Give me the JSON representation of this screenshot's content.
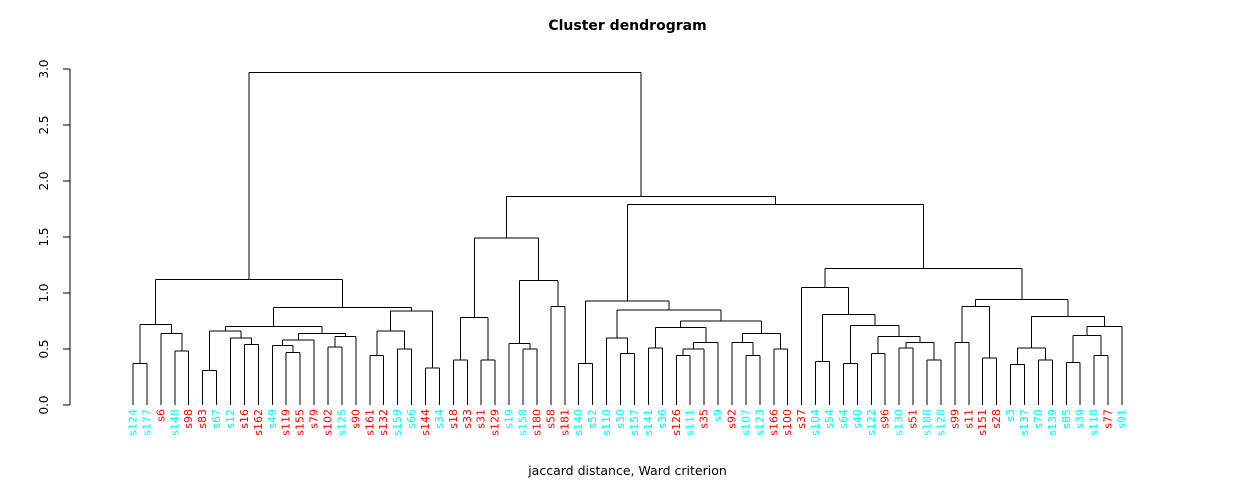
{
  "chart_data": {
    "type": "dendrogram",
    "title": "Cluster dendrogram",
    "xlabel": "jaccard distance, Ward criterion",
    "ylabel": "",
    "ylim": [
      0,
      3
    ],
    "ytick_step": 0.5,
    "yticks": [
      "0.0",
      "0.5",
      "1.0",
      "1.5",
      "2.0",
      "2.5",
      "3.0"
    ],
    "grid": "off",
    "legend": "none",
    "label_colors": {
      "cyan": "#00FFFF",
      "red": "#FF0000"
    },
    "line_color": "#000000",
    "leaves": [
      [
        "s124",
        "cyan"
      ],
      [
        "s177",
        "cyan"
      ],
      [
        "s6",
        "red"
      ],
      [
        "s148",
        "cyan"
      ],
      [
        "s98",
        "red"
      ],
      [
        "s83",
        "red"
      ],
      [
        "s67",
        "cyan"
      ],
      [
        "s12",
        "cyan"
      ],
      [
        "s16",
        "red"
      ],
      [
        "s162",
        "red"
      ],
      [
        "s49",
        "cyan"
      ],
      [
        "s119",
        "red"
      ],
      [
        "s155",
        "red"
      ],
      [
        "s79",
        "red"
      ],
      [
        "s102",
        "red"
      ],
      [
        "s125",
        "cyan"
      ],
      [
        "s90",
        "red"
      ],
      [
        "s161",
        "red"
      ],
      [
        "s132",
        "red"
      ],
      [
        "s159",
        "cyan"
      ],
      [
        "s66",
        "cyan"
      ],
      [
        "s144",
        "red"
      ],
      [
        "s34",
        "cyan"
      ],
      [
        "s18",
        "red"
      ],
      [
        "s33",
        "red"
      ],
      [
        "s31",
        "red"
      ],
      [
        "s129",
        "red"
      ],
      [
        "s19",
        "cyan"
      ],
      [
        "s158",
        "cyan"
      ],
      [
        "s180",
        "red"
      ],
      [
        "s58",
        "red"
      ],
      [
        "s181",
        "red"
      ],
      [
        "s140",
        "cyan"
      ],
      [
        "s52",
        "cyan"
      ],
      [
        "s110",
        "cyan"
      ],
      [
        "s30",
        "cyan"
      ],
      [
        "s157",
        "cyan"
      ],
      [
        "s141",
        "cyan"
      ],
      [
        "s36",
        "cyan"
      ],
      [
        "s126",
        "red"
      ],
      [
        "s111",
        "cyan"
      ],
      [
        "s35",
        "red"
      ],
      [
        "s9",
        "cyan"
      ],
      [
        "s92",
        "red"
      ],
      [
        "s107",
        "cyan"
      ],
      [
        "s123",
        "cyan"
      ],
      [
        "s166",
        "red"
      ],
      [
        "s100",
        "red"
      ],
      [
        "s37",
        "red"
      ],
      [
        "s104",
        "cyan"
      ],
      [
        "s54",
        "cyan"
      ],
      [
        "s64",
        "cyan"
      ],
      [
        "s40",
        "cyan"
      ],
      [
        "s122",
        "cyan"
      ],
      [
        "s96",
        "red"
      ],
      [
        "s130",
        "cyan"
      ],
      [
        "s51",
        "red"
      ],
      [
        "s188",
        "cyan"
      ],
      [
        "s128",
        "cyan"
      ],
      [
        "s99",
        "red"
      ],
      [
        "s11",
        "red"
      ],
      [
        "s151",
        "red"
      ],
      [
        "s28",
        "red"
      ],
      [
        "s3",
        "cyan"
      ],
      [
        "s137",
        "cyan"
      ],
      [
        "s70",
        "cyan"
      ],
      [
        "s139",
        "cyan"
      ],
      [
        "s85",
        "cyan"
      ],
      [
        "s39",
        "cyan"
      ],
      [
        "s118",
        "cyan"
      ],
      [
        "s77",
        "red"
      ],
      [
        "s91",
        "cyan"
      ]
    ],
    "merges": [
      2.97,
      [
        1.12,
        [
          0.72,
          [
            0.37,
            "s124",
            "s177"
          ],
          [
            0.64,
            "s6",
            [
              0.48,
              "s148",
              "s98"
            ]
          ]
        ],
        [
          0.87,
          [
            0.7,
            [
              0.66,
              [
                0.31,
                "s83",
                "s67"
              ],
              [
                0.6,
                "s12",
                [
                  0.54,
                  "s16",
                  "s162"
                ]
              ]
            ],
            [
              0.64,
              [
                0.58,
                [
                  0.53,
                  "s49",
                  [
                    0.47,
                    "s119",
                    "s155"
                  ]
                ],
                "s79"
              ],
              [
                0.61,
                [
                  0.52,
                  "s102",
                  "s125"
                ],
                "s90"
              ]
            ]
          ],
          [
            0.84,
            [
              0.66,
              [
                0.44,
                "s161",
                "s132"
              ],
              [
                0.5,
                "s159",
                "s66"
              ]
            ],
            [
              0.33,
              "s144",
              "s34"
            ]
          ]
        ]
      ],
      [
        1.86,
        [
          1.49,
          [
            0.78,
            [
              0.4,
              "s18",
              "s33"
            ],
            [
              0.4,
              "s31",
              "s129"
            ]
          ],
          [
            1.11,
            [
              0.55,
              "s19",
              [
                0.5,
                "s158",
                "s180"
              ]
            ],
            [
              0.88,
              "s58",
              "s181"
            ]
          ]
        ],
        [
          1.79,
          [
            0.93,
            [
              0.37,
              "s140",
              "s52"
            ],
            [
              0.85,
              [
                0.6,
                "s110",
                [
                  0.46,
                  "s30",
                  "s157"
                ]
              ],
              [
                0.75,
                [
                  0.69,
                  [
                    0.51,
                    "s141",
                    "s36"
                  ],
                  [
                    0.56,
                    [
                      0.5,
                      [
                        0.44,
                        "s126",
                        "s111"
                      ],
                      "s35"
                    ],
                    "s9"
                  ]
                ],
                [
                  0.64,
                  [
                    0.56,
                    "s92",
                    [
                      0.44,
                      "s107",
                      "s123"
                    ]
                  ],
                  [
                    0.5,
                    "s166",
                    "s100"
                  ]
                ]
              ]
            ]
          ],
          [
            1.22,
            [
              1.05,
              "s37",
              [
                0.81,
                [
                  0.39,
                  "s104",
                  "s54"
                ],
                [
                  0.71,
                  [
                    0.37,
                    "s64",
                    "s40"
                  ],
                  [
                    0.61,
                    [
                      0.46,
                      "s122",
                      "s96"
                    ],
                    [
                      0.56,
                      [
                        0.51,
                        "s130",
                        "s51"
                      ],
                      [
                        0.4,
                        "s188",
                        "s128"
                      ]
                    ]
                  ]
                ]
              ]
            ],
            [
              0.94,
              [
                0.88,
                [
                  0.56,
                  "s99",
                  "s11"
                ],
                [
                  0.42,
                  "s151",
                  "s28"
                ]
              ],
              [
                0.79,
                [
                  0.51,
                  [
                    0.36,
                    "s3",
                    "s137"
                  ],
                  [
                    0.4,
                    "s70",
                    "s139"
                  ]
                ],
                [
                  0.7,
                  [
                    0.62,
                    [
                      0.38,
                      "s85",
                      "s39"
                    ],
                    [
                      0.44,
                      "s118",
                      "s77"
                    ]
                  ],
                  "s91"
                ]
              ]
            ]
          ]
        ]
      ]
    ]
  }
}
